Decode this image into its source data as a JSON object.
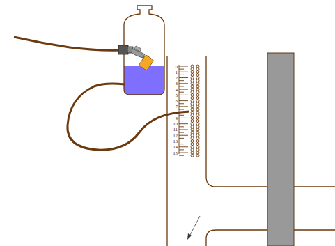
{
  "diagram": {
    "labels": [
      "0",
      "1",
      "2",
      "3",
      "4",
      "5",
      "6",
      "7",
      "8",
      "9",
      "10",
      "11",
      "12",
      "13",
      "14",
      "15"
    ]
  }
}
